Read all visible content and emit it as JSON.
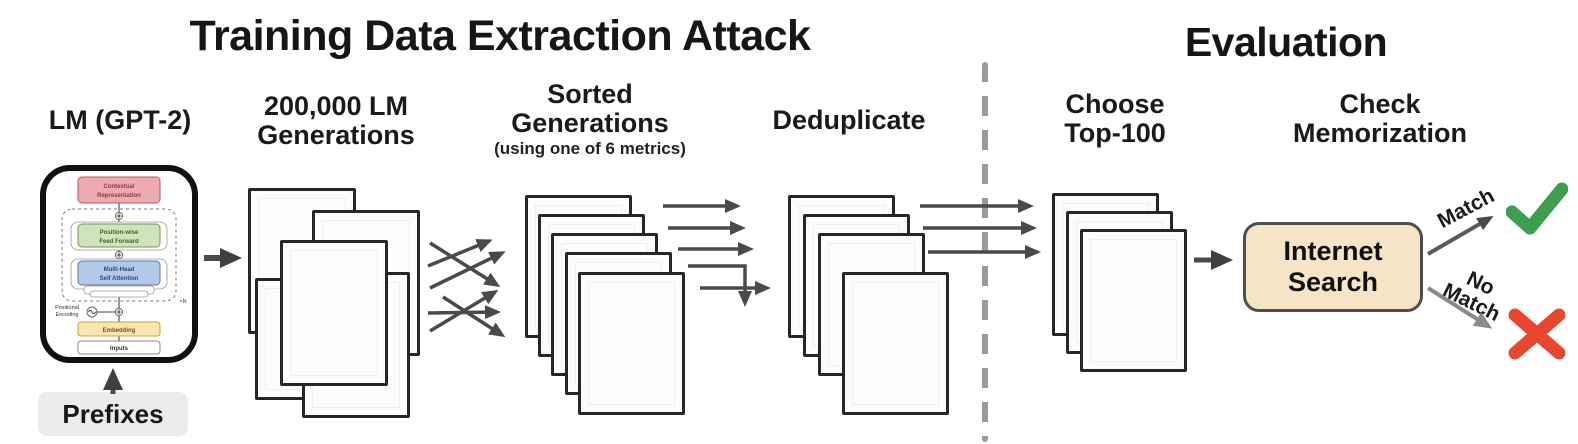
{
  "titles": {
    "attack": "Training Data Extraction Attack",
    "evaluation": "Evaluation"
  },
  "steps": {
    "lm": {
      "label": "LM (GPT-2)"
    },
    "generations": {
      "line1": "200,000 LM",
      "line2": "Generations"
    },
    "sorted": {
      "line1": "Sorted",
      "line2": "Generations",
      "subtitle": "(using one of 6 metrics)"
    },
    "dedup": {
      "label": "Deduplicate"
    },
    "choose": {
      "line1": "Choose",
      "line2": "Top-100"
    },
    "check": {
      "line1": "Check",
      "line2": "Memorization"
    }
  },
  "lm_diagram": {
    "contextual": [
      "Contextual",
      "Representation"
    ],
    "feed_forward": [
      "Position-wise",
      "Feed Forward"
    ],
    "attention": [
      "Multi-Head",
      "Self Attention"
    ],
    "positional": [
      "Positional",
      "Encoding"
    ],
    "embedding": "Embedding",
    "inputs": "Inputs",
    "repeat": "×N"
  },
  "prefixes": {
    "label": "Prefixes"
  },
  "search_box": {
    "line1": "Internet",
    "line2": "Search"
  },
  "outcomes": {
    "match_label": "Match",
    "no_match_line1": "No",
    "no_match_line2": "Match",
    "check_icon": "check-icon",
    "cross_icon": "cross-icon"
  },
  "colors": {
    "arrow": "#4a4a4a",
    "divider": "#9a9a9a",
    "doc-border": "#262626",
    "check-green": "#3e9e50",
    "cross-red": "#e8462f",
    "search-bg": "#f6e4c6",
    "pink-bg": "#ecabb0",
    "pink-border": "#b4595f",
    "green-bg": "#cfe3bd",
    "green-border": "#70974f",
    "blue-bg": "#b4c9e9",
    "blue-border": "#5a79a9",
    "yellow-bg": "#f8e6b0",
    "yellow-border": "#c3a33f"
  }
}
